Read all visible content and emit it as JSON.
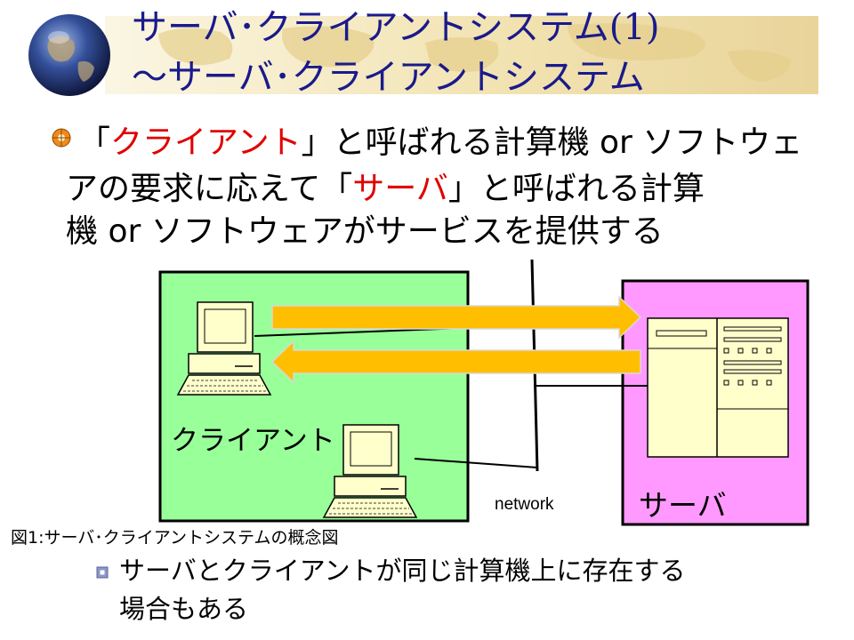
{
  "slide": {
    "title_line1": "サーバ･クライアントシステム(1)",
    "title_line2": "～サーバ･クライアントシステム"
  },
  "bullet1": {
    "line1_a": "「",
    "line1_b": "クライアント",
    "line1_c": "」と呼ばれる計算機 or ソフトウェ",
    "line2_a": "アの要求に応えて「",
    "line2_b": "サーバ",
    "line2_c": "」と呼ばれる計算",
    "line3": "機 or ソフトウェアがサービスを提供する"
  },
  "diagram": {
    "client_label": "クライアント",
    "server_label": "サーバ",
    "network_label": "network",
    "caption": "図1:サーバ･クライアントシステムの概念図",
    "colors": {
      "client_box": "#99ff99",
      "server_box": "#ff99ff",
      "arrow": "#ffbf00",
      "computer": "#ffffcc"
    }
  },
  "bullet2": {
    "line1": " サーバとクライアントが同じ計算機上に存在する",
    "line2": "場合もある"
  },
  "icons": {
    "title": "globe-icon",
    "bullet1": "orange-bullet-icon",
    "bullet2": "diamond-bullet-icon"
  }
}
